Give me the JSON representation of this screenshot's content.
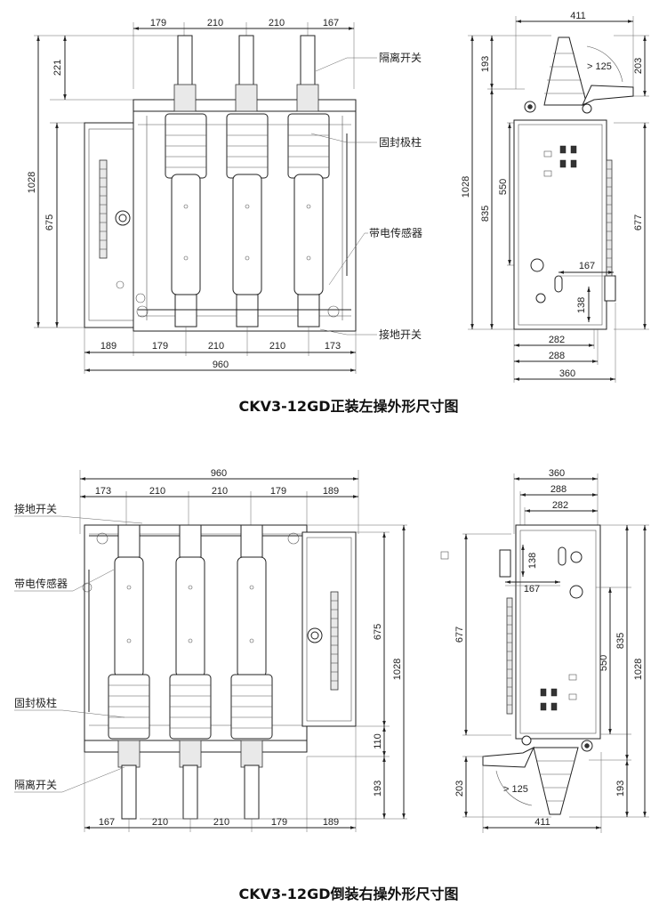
{
  "titles": {
    "top": "CKV3-12GD正装左操外形尺寸图",
    "bottom": "CKV3-12GD倒装右操外形尺寸图"
  },
  "labels": {
    "isolator": "隔离开关",
    "pole": "固封极柱",
    "sensor": "带电传感器",
    "earth": "接地开关"
  },
  "top_front": {
    "top_dims": [
      "179",
      "210",
      "210",
      "167"
    ],
    "bottom_dims": [
      "189",
      "179",
      "210",
      "210",
      "173"
    ],
    "total_width": "960",
    "left_dims": [
      "221",
      "1028",
      "675"
    ]
  },
  "top_side": {
    "width_top": "411",
    "left_dims": [
      "193",
      "1028",
      "835",
      "550"
    ],
    "right_dims": [
      "203",
      "677"
    ],
    "angle": "> 125",
    "inner_167": "167",
    "inner_138": "138",
    "bottom_dims": [
      "282",
      "288",
      "360"
    ]
  },
  "bottom_front": {
    "total_width": "960",
    "top_dims": [
      "173",
      "210",
      "210",
      "179",
      "189"
    ],
    "bottom_dims": [
      "167",
      "210",
      "210",
      "179",
      "189"
    ],
    "right_dims": [
      "675",
      "1028",
      "110",
      "193"
    ]
  },
  "bottom_side": {
    "top_dims": [
      "360",
      "288",
      "282"
    ],
    "inner_138": "138",
    "inner_167": "167",
    "left_dims": [
      "677",
      "203"
    ],
    "right_dims": [
      "835",
      "1028",
      "550",
      "193"
    ],
    "angle": "> 125",
    "width_bottom": "411"
  }
}
